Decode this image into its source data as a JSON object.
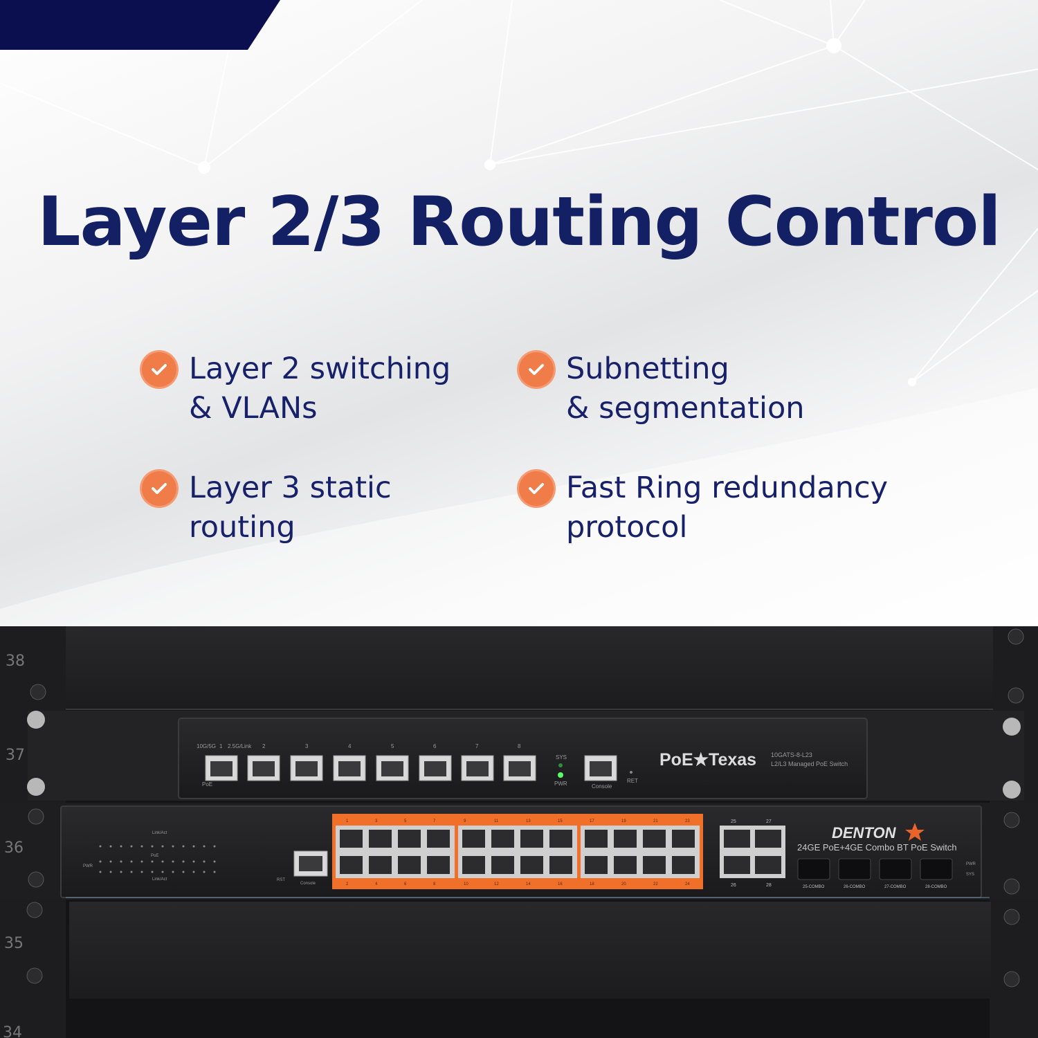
{
  "header": {
    "title": "Layer 2/3 Routing Control"
  },
  "features": [
    {
      "lines": [
        "Layer 2 switching",
        "& VLANs"
      ],
      "icon": "check-circle-icon"
    },
    {
      "lines": [
        "Subnetting",
        "& segmentation"
      ],
      "icon": "check-circle-icon"
    },
    {
      "lines": [
        "Layer 3 static",
        "routing"
      ],
      "icon": "check-circle-icon"
    },
    {
      "lines": [
        "Fast Ring redundancy",
        "protocol"
      ],
      "icon": "check-circle-icon"
    }
  ],
  "photo": {
    "rack_numbers": [
      "38",
      "37",
      "36",
      "35",
      "34"
    ],
    "top_switch": {
      "brand": "PoE★Texas",
      "model": "10GATS-8-L23",
      "description": "L2/L3 Managed PoE Switch",
      "port_header_labels": [
        "10G/5G",
        "1",
        "2.5G/Link",
        "2",
        "3",
        "4",
        "5",
        "6",
        "7",
        "8"
      ],
      "led_labels": [
        "SYS",
        "PWR"
      ],
      "console_label": "Console",
      "reset_label": "RET",
      "poe_label": "PoE"
    },
    "bottom_switch": {
      "brand": "DENTON",
      "description": "24GE PoE+4GE Combo BT PoE Switch",
      "top_port_numbers": [
        "1",
        "3",
        "5",
        "7",
        "9",
        "11",
        "13",
        "15",
        "17",
        "19",
        "21",
        "23"
      ],
      "bottom_port_numbers": [
        "2",
        "4",
        "6",
        "8",
        "10",
        "12",
        "14",
        "16",
        "18",
        "20",
        "22",
        "24"
      ],
      "uplink_top_numbers": [
        "25",
        "27"
      ],
      "uplink_bottom_numbers": [
        "26",
        "28"
      ],
      "combo_labels": [
        "25-COMBO",
        "26-COMBO",
        "27-COMBO",
        "28-COMBO"
      ],
      "led_legend": [
        "Link/Act",
        "PoE",
        "Link/Act"
      ],
      "status_labels": [
        "PWR",
        "SYS"
      ],
      "console_label": "Console",
      "reset_label": "RST",
      "pwr_label": "PWR"
    }
  },
  "colors": {
    "title": "#142064",
    "text": "#17216a",
    "accent": "#f07c4a",
    "corner_bar": "#0b0f50",
    "orange_panel": "#f0702a"
  }
}
